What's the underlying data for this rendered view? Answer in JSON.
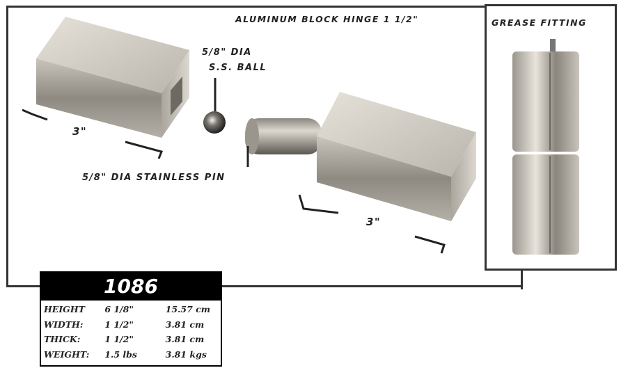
{
  "labels": {
    "title": "ALUMINUM BLOCK HINGE 1 1/2\"",
    "grease": "GREASE FITTING",
    "ball_line1": "5/8\" DIA",
    "ball_line2": "S.S. BALL",
    "pin": "5/8\" DIA STAINLESS PIN",
    "dim_left": "3\"",
    "dim_right": "3\""
  },
  "spec": {
    "part_number": "1086",
    "rows": [
      {
        "label": "HEIGHT",
        "imperial": "6 1/8\"",
        "metric": "15.57 cm"
      },
      {
        "label": "WIDTH:",
        "imperial": "1 1/2\"",
        "metric": "3.81 cm"
      },
      {
        "label": "THICK:",
        "imperial": "1 1/2\"",
        "metric": "3.81 cm"
      },
      {
        "label": "WEIGHT:",
        "imperial": "1.5 lbs",
        "metric": "3.81 kgs"
      }
    ]
  },
  "colors": {
    "frame": "#333333",
    "metal_light": "#d8d4cc",
    "metal_mid": "#a9a59c",
    "metal_dark": "#6d6a63",
    "card_bg": "#000000"
  }
}
